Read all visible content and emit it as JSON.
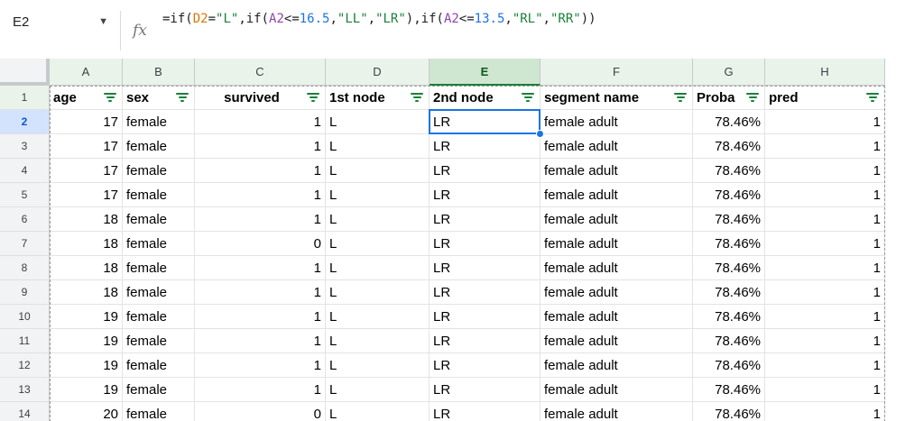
{
  "formula_bar": {
    "name_box": "E2",
    "fx_icon": "function-icon",
    "formula_tokens": [
      {
        "text": "=if(",
        "color": ""
      },
      {
        "text": "D2",
        "color": "orange"
      },
      {
        "text": "=",
        "color": ""
      },
      {
        "text": "\"L\"",
        "color": "green"
      },
      {
        "text": ",if(",
        "color": ""
      },
      {
        "text": "A2",
        "color": "purple"
      },
      {
        "text": "<=",
        "color": ""
      },
      {
        "text": "16.5",
        "color": "blue"
      },
      {
        "text": ",",
        "color": ""
      },
      {
        "text": "\"LL\"",
        "color": "green"
      },
      {
        "text": ",",
        "color": ""
      },
      {
        "text": "\"LR\"",
        "color": "green"
      },
      {
        "text": "),if(",
        "color": ""
      },
      {
        "text": "A2",
        "color": "purple"
      },
      {
        "text": "<=",
        "color": ""
      },
      {
        "text": "13.5",
        "color": "blue"
      },
      {
        "text": ",",
        "color": ""
      },
      {
        "text": "\"RL\"",
        "color": "green"
      },
      {
        "text": ",",
        "color": ""
      },
      {
        "text": "\"RR\"",
        "color": "green"
      },
      {
        "text": "))",
        "color": ""
      }
    ]
  },
  "columns": [
    "A",
    "B",
    "C",
    "D",
    "E",
    "F",
    "G",
    "H"
  ],
  "selected_column": "E",
  "selected_row": "2",
  "header_row": {
    "row_number": "1",
    "cells": [
      "age",
      "sex",
      "survived",
      "1st node",
      "2nd node",
      "segment name",
      "Proba",
      "pred"
    ]
  },
  "rows": [
    {
      "n": "2",
      "age": "17",
      "sex": "female",
      "survived": "1",
      "node1": "L",
      "node2": "LR",
      "segment": "female adult",
      "proba": "78.46%",
      "pred": "1"
    },
    {
      "n": "3",
      "age": "17",
      "sex": "female",
      "survived": "1",
      "node1": "L",
      "node2": "LR",
      "segment": "female adult",
      "proba": "78.46%",
      "pred": "1"
    },
    {
      "n": "4",
      "age": "17",
      "sex": "female",
      "survived": "1",
      "node1": "L",
      "node2": "LR",
      "segment": "female adult",
      "proba": "78.46%",
      "pred": "1"
    },
    {
      "n": "5",
      "age": "17",
      "sex": "female",
      "survived": "1",
      "node1": "L",
      "node2": "LR",
      "segment": "female adult",
      "proba": "78.46%",
      "pred": "1"
    },
    {
      "n": "6",
      "age": "18",
      "sex": "female",
      "survived": "1",
      "node1": "L",
      "node2": "LR",
      "segment": "female adult",
      "proba": "78.46%",
      "pred": "1"
    },
    {
      "n": "7",
      "age": "18",
      "sex": "female",
      "survived": "0",
      "node1": "L",
      "node2": "LR",
      "segment": "female adult",
      "proba": "78.46%",
      "pred": "1"
    },
    {
      "n": "8",
      "age": "18",
      "sex": "female",
      "survived": "1",
      "node1": "L",
      "node2": "LR",
      "segment": "female adult",
      "proba": "78.46%",
      "pred": "1"
    },
    {
      "n": "9",
      "age": "18",
      "sex": "female",
      "survived": "1",
      "node1": "L",
      "node2": "LR",
      "segment": "female adult",
      "proba": "78.46%",
      "pred": "1"
    },
    {
      "n": "10",
      "age": "19",
      "sex": "female",
      "survived": "1",
      "node1": "L",
      "node2": "LR",
      "segment": "female adult",
      "proba": "78.46%",
      "pred": "1"
    },
    {
      "n": "11",
      "age": "19",
      "sex": "female",
      "survived": "1",
      "node1": "L",
      "node2": "LR",
      "segment": "female adult",
      "proba": "78.46%",
      "pred": "1"
    },
    {
      "n": "12",
      "age": "19",
      "sex": "female",
      "survived": "1",
      "node1": "L",
      "node2": "LR",
      "segment": "female adult",
      "proba": "78.46%",
      "pred": "1"
    },
    {
      "n": "13",
      "age": "19",
      "sex": "female",
      "survived": "1",
      "node1": "L",
      "node2": "LR",
      "segment": "female adult",
      "proba": "78.46%",
      "pred": "1"
    },
    {
      "n": "14",
      "age": "20",
      "sex": "female",
      "survived": "0",
      "node1": "L",
      "node2": "LR",
      "segment": "female adult",
      "proba": "78.46%",
      "pred": "1"
    }
  ],
  "colors": {
    "accent": "#1a73e8",
    "filter_icon": "#188038",
    "header_bg": "#e9f3ea",
    "selected_header_bg": "#cfe6d1"
  }
}
